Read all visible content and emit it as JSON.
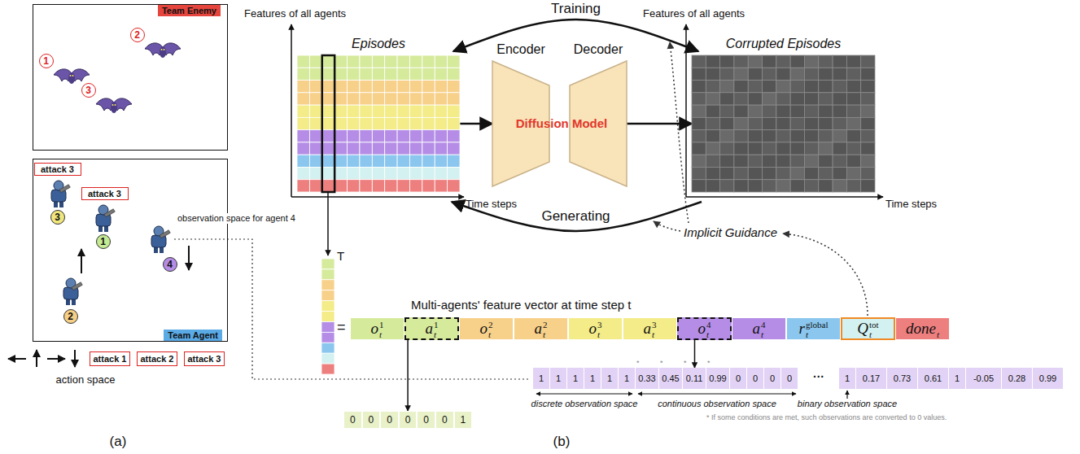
{
  "diagram": {
    "nodes": [
      {
        "text": [
          "Team Enemy"
        ]
      },
      {
        "text": [
          "1"
        ],
        "in": 0
      },
      {
        "text": [
          "2"
        ],
        "in": 0
      },
      {
        "text": [
          "3"
        ],
        "in": 0
      },
      {
        "text": [
          "Team Agent"
        ]
      },
      {
        "text": [
          "attack 3"
        ],
        "in": 4
      },
      {
        "text": [
          "attack 3"
        ],
        "in": 4
      },
      {
        "text": [
          "3"
        ],
        "in": 4
      },
      {
        "text": [
          "1"
        ],
        "in": 4
      },
      {
        "text": [
          "4"
        ],
        "in": 4
      },
      {
        "text": [
          "2"
        ],
        "in": 4
      },
      {
        "text": [
          "attack 1"
        ]
      },
      {
        "text": [
          "attack 2"
        ]
      },
      {
        "text": [
          "attack 3"
        ]
      },
      {
        "text": [
          "Episodes"
        ]
      },
      {
        "text": [
          "Encoder"
        ]
      },
      {
        "text": [
          "Decoder"
        ]
      },
      {
        "text": [
          "Corrupted Episodes"
        ]
      },
      {
        "text": [
          "o",
          "t",
          "1"
        ]
      },
      {
        "text": [
          "a",
          "t",
          "1"
        ]
      },
      {
        "text": [
          "o",
          "t",
          "2"
        ]
      },
      {
        "text": [
          "a",
          "t",
          "2"
        ]
      },
      {
        "text": [
          "o",
          "t",
          "3"
        ]
      },
      {
        "text": [
          "a",
          "t",
          "3"
        ]
      },
      {
        "text": [
          "o",
          "t",
          "4"
        ]
      },
      {
        "text": [
          "a",
          "t",
          "4"
        ]
      },
      {
        "text": [
          "r",
          "t",
          "global"
        ]
      },
      {
        "text": [
          "Q",
          "t",
          "tot"
        ]
      },
      {
        "text": [
          "done",
          "t"
        ]
      },
      {
        "text": [
          "0"
        ]
      },
      {
        "text": [
          "0"
        ]
      },
      {
        "text": [
          "0"
        ]
      },
      {
        "text": [
          "0"
        ]
      },
      {
        "text": [
          "0"
        ]
      },
      {
        "text": [
          "0"
        ]
      },
      {
        "text": [
          "1"
        ]
      },
      {
        "text": [
          "1"
        ]
      },
      {
        "text": [
          "1"
        ]
      },
      {
        "text": [
          "1"
        ]
      },
      {
        "text": [
          "1"
        ]
      },
      {
        "text": [
          "1"
        ]
      },
      {
        "text": [
          "1"
        ]
      },
      {
        "text": [
          "0.33"
        ]
      },
      {
        "text": [
          "0.45"
        ]
      },
      {
        "text": [
          "0.11"
        ]
      },
      {
        "text": [
          "0.99"
        ]
      },
      {
        "text": [
          "0"
        ]
      },
      {
        "text": [
          "0"
        ]
      },
      {
        "text": [
          "0"
        ]
      },
      {
        "text": [
          "0"
        ]
      },
      {
        "text": [
          "1"
        ]
      },
      {
        "text": [
          "0.17"
        ]
      },
      {
        "text": [
          "0.73"
        ]
      },
      {
        "text": [
          "0.61"
        ]
      },
      {
        "text": [
          "1"
        ]
      },
      {
        "text": [
          "-0.05"
        ]
      },
      {
        "text": [
          "0.28"
        ]
      },
      {
        "text": [
          "0.99"
        ]
      }
    ],
    "edges": [
      {
        "from": 14,
        "to": 15,
        "arrow": "to"
      },
      {
        "from": 16,
        "to": 17,
        "arrow": "to"
      },
      {
        "from": 14,
        "to": 17,
        "label": "Training",
        "arrow": "both"
      },
      {
        "from": 17,
        "to": 14,
        "label": "Generating",
        "arrow": "to"
      },
      {
        "from": 19,
        "to": 32,
        "arrow": "to"
      },
      {
        "from": 24,
        "to": 44,
        "arrow": "to"
      }
    ],
    "labels": [
      "(a)",
      "action space",
      "observation space for agent 4",
      "Features of all agents",
      "Time steps",
      "Diffusion Model",
      "Features of all agents",
      "Time steps",
      "Implicit Guidance",
      "Multi-agents' feature vector at time step t",
      "T",
      "=",
      "discrete observation space",
      "continuous observation space",
      "binary observation space",
      "*",
      "*",
      "*",
      "*",
      "···",
      "* If some conditions are met, such observations are converted to 0 values.",
      "(b)"
    ]
  }
}
